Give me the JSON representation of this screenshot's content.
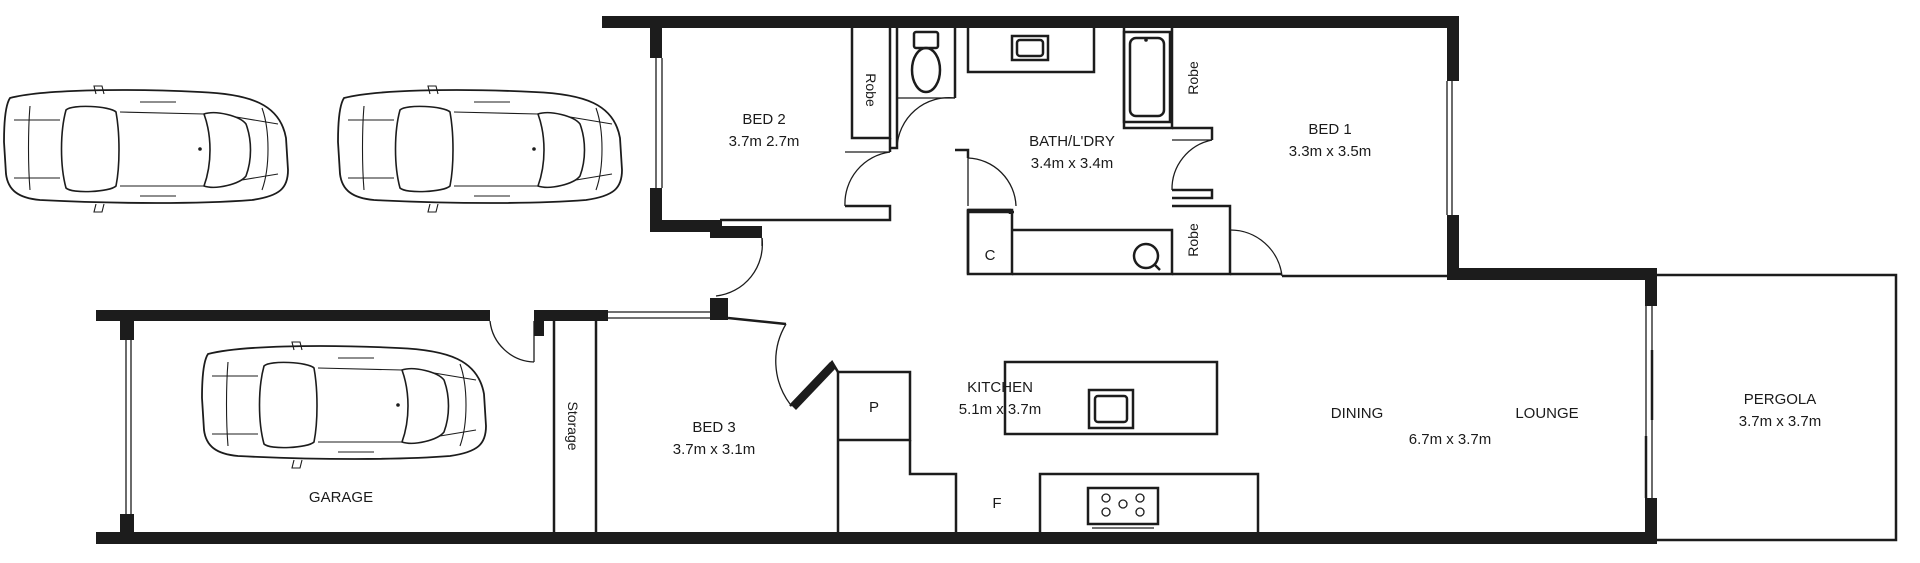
{
  "rooms": {
    "bed2": {
      "name": "BED 2",
      "size": "3.7m 2.7m"
    },
    "bath": {
      "name": "BATH/L'DRY",
      "size": "3.4m x 3.4m"
    },
    "bed1": {
      "name": "BED 1",
      "size": "3.3m x 3.5m"
    },
    "bed3": {
      "name": "BED 3",
      "size": "3.7m x 3.1m"
    },
    "kitchen": {
      "name": "KITCHEN",
      "size": "5.1m x 3.7m"
    },
    "dining": {
      "name": "DINING"
    },
    "lounge": {
      "name": "LOUNGE"
    },
    "dining_lounge_size": "6.7m x 3.7m",
    "pergola": {
      "name": "PERGOLA",
      "size": "3.7m x 3.7m"
    },
    "garage": {
      "name": "GARAGE"
    }
  },
  "labels": {
    "robe_bed2": "Robe",
    "robe_bed1_top": "Robe",
    "robe_bed1_bottom": "Robe",
    "storage": "Storage",
    "cupboard": "C",
    "pantry": "P",
    "fridge": "F"
  },
  "icons": {
    "car": "car-icon",
    "toilet": "toilet-icon",
    "sink": "sink-icon",
    "bathtub": "bathtub-icon",
    "washer": "washing-machine-icon",
    "cooktop": "cooktop-icon"
  },
  "colors": {
    "wall": "#1c1c1c",
    "background": "#ffffff"
  }
}
